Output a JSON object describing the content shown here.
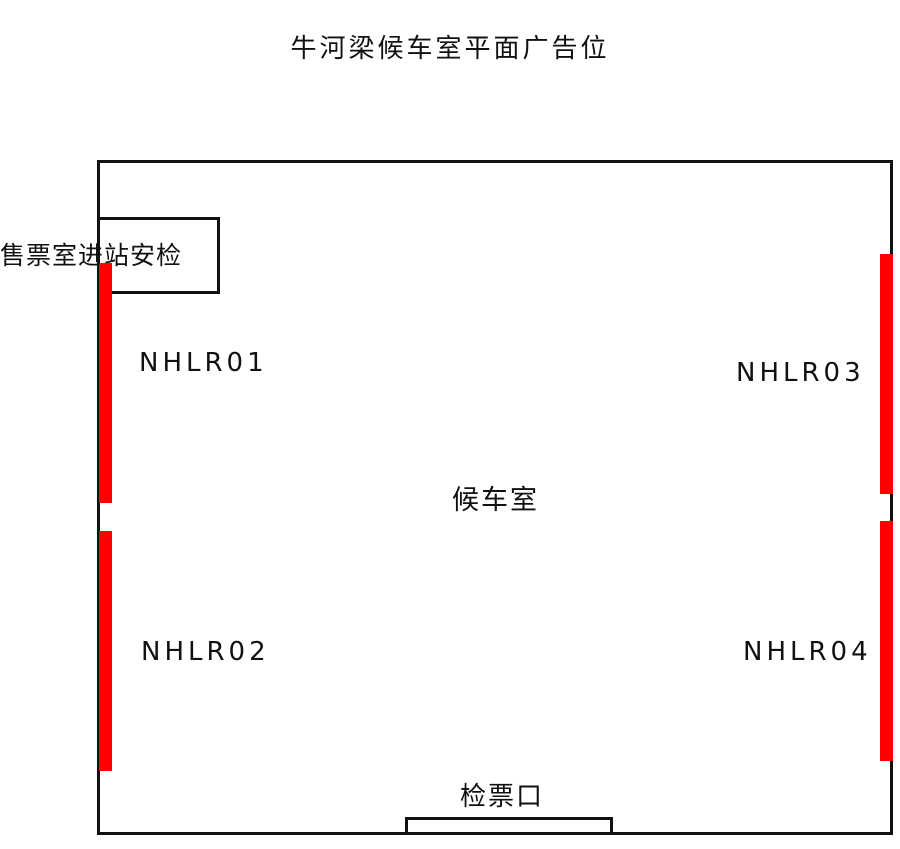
{
  "title": "牛河梁候车室平面广告位",
  "waiting_room_label": "候车室",
  "security_label": "售票室进站安检",
  "gate_label": "检票口",
  "ad_color": "#ff0000",
  "ad_positions": [
    {
      "code": "NHLR01"
    },
    {
      "code": "NHLR02"
    },
    {
      "code": "NHLR03"
    },
    {
      "code": "NHLR04"
    }
  ]
}
